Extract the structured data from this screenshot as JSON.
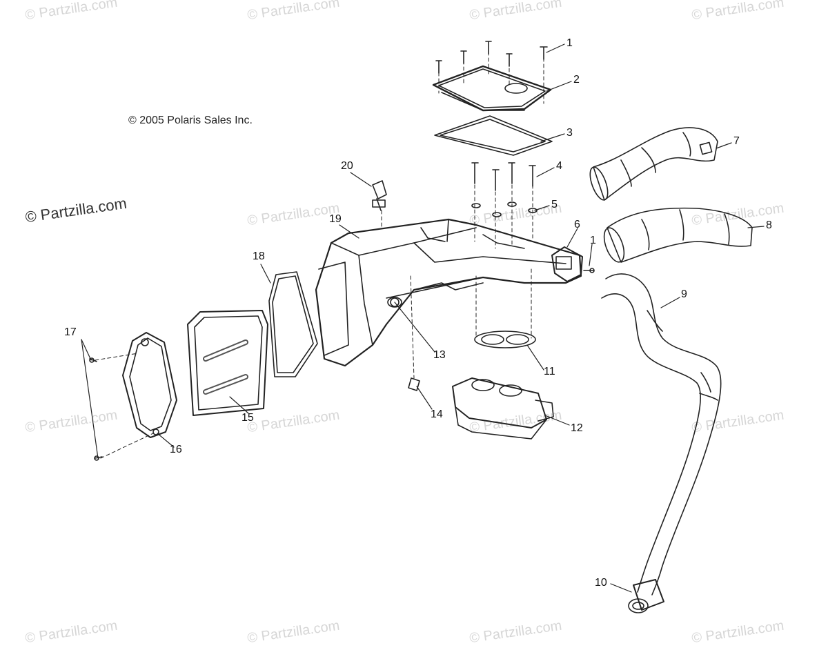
{
  "copyright": "© 2005 Polaris Sales Inc.",
  "watermark": "© Partzilla.com",
  "feature_watermark": "© Partzilla.com",
  "callouts": [
    "1",
    "2",
    "3",
    "4",
    "5",
    "6",
    "1",
    "7",
    "8",
    "9",
    "10",
    "11",
    "12",
    "13",
    "14",
    "15",
    "16",
    "17",
    "18",
    "19",
    "20"
  ]
}
